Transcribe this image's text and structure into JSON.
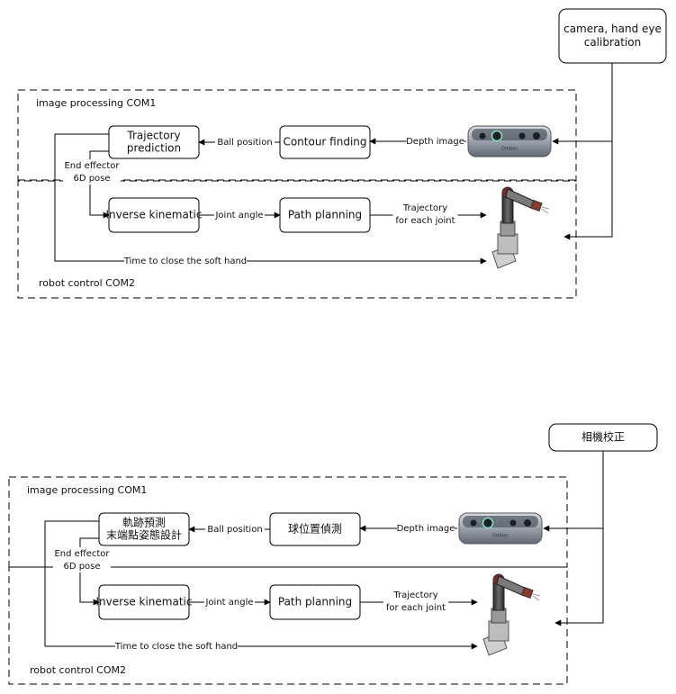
{
  "diagrams": [
    {
      "calibration_box": [
        "camera, hand eye",
        "calibration"
      ],
      "region_image_processing": "image processing COM1",
      "region_robot_control": "robot control COM2",
      "box_trajectory": [
        "Trajectory",
        "prediction"
      ],
      "box_contour": [
        "Contour finding"
      ],
      "box_ik": [
        "Inverse kinematic"
      ],
      "box_path": [
        "Path planning"
      ],
      "edge_ball_position": "Ball position",
      "edge_depth_image": "Depth image",
      "edge_end_effector": [
        "End effector",
        "6D pose"
      ],
      "edge_joint_angle": "Joint angle",
      "edge_traj_each_joint": [
        "Trajectory",
        "for each joint"
      ],
      "edge_time_close": "Time to close the soft hand",
      "camera_brand": "Orbbec"
    },
    {
      "calibration_box": [
        "相機校正"
      ],
      "region_image_processing": "image processing COM1",
      "region_robot_control": "robot control COM2",
      "box_trajectory": [
        "軌跡預測",
        "末端點姿態設計"
      ],
      "box_contour": [
        "球位置偵測"
      ],
      "box_ik": [
        "Inverse kinematic"
      ],
      "box_path": [
        "Path planning"
      ],
      "edge_ball_position": "Ball position",
      "edge_depth_image": "Depth image",
      "edge_end_effector": [
        "End effector",
        "6D pose"
      ],
      "edge_joint_angle": "Joint angle",
      "edge_traj_each_joint": [
        "Trajectory",
        "for each joint"
      ],
      "edge_time_close": "Time to close the soft hand",
      "camera_brand": "Orbbec"
    }
  ]
}
